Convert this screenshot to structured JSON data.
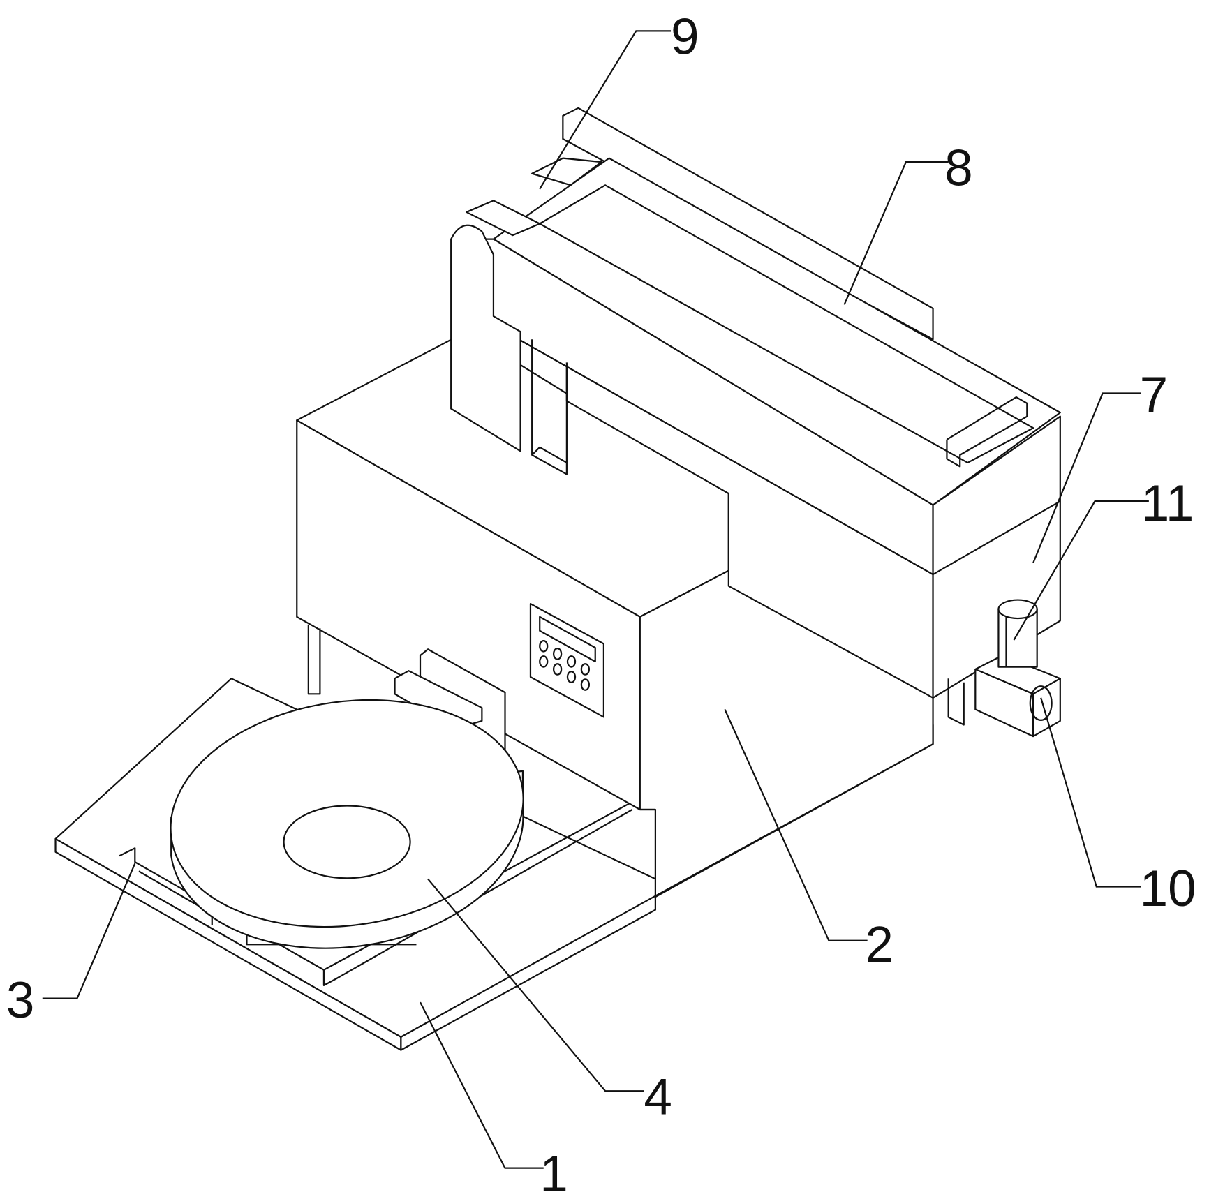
{
  "figure": {
    "type": "patent-isometric-drawing",
    "callouts": [
      {
        "id": "1",
        "text": "1"
      },
      {
        "id": "2",
        "text": "2"
      },
      {
        "id": "3",
        "text": "3"
      },
      {
        "id": "4",
        "text": "4"
      },
      {
        "id": "7",
        "text": "7"
      },
      {
        "id": "8",
        "text": "8"
      },
      {
        "id": "9",
        "text": "9"
      },
      {
        "id": "10",
        "text": "10"
      },
      {
        "id": "11",
        "text": "11"
      }
    ],
    "colors": {
      "line": "#111111",
      "background": "#ffffff"
    }
  }
}
